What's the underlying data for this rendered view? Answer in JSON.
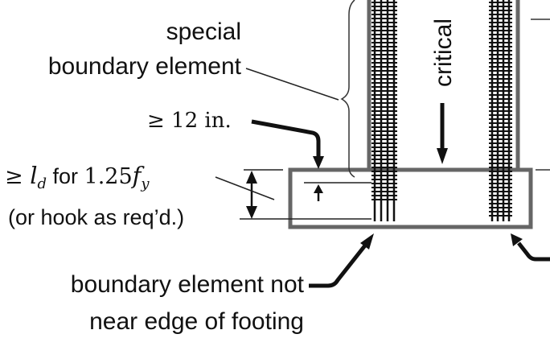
{
  "labels": {
    "special_line1": "special",
    "special_line2": "boundary element",
    "min_embed": "≥ 12 in.",
    "dev_prefix": "≥ ",
    "dev_ld": "l",
    "dev_ld_sub": "d",
    "dev_for": " for ",
    "dev_factor": "1.25",
    "dev_fy": "f",
    "dev_fy_sub": "y",
    "hook_note": "(or hook as req’d.)",
    "critical": "critical",
    "not_near_line1": "boundary element not",
    "not_near_line2": "near edge of footing"
  },
  "colors": {
    "outline": "#666666",
    "rebar": "#111111",
    "leader": "#222222",
    "text": "#111111"
  }
}
